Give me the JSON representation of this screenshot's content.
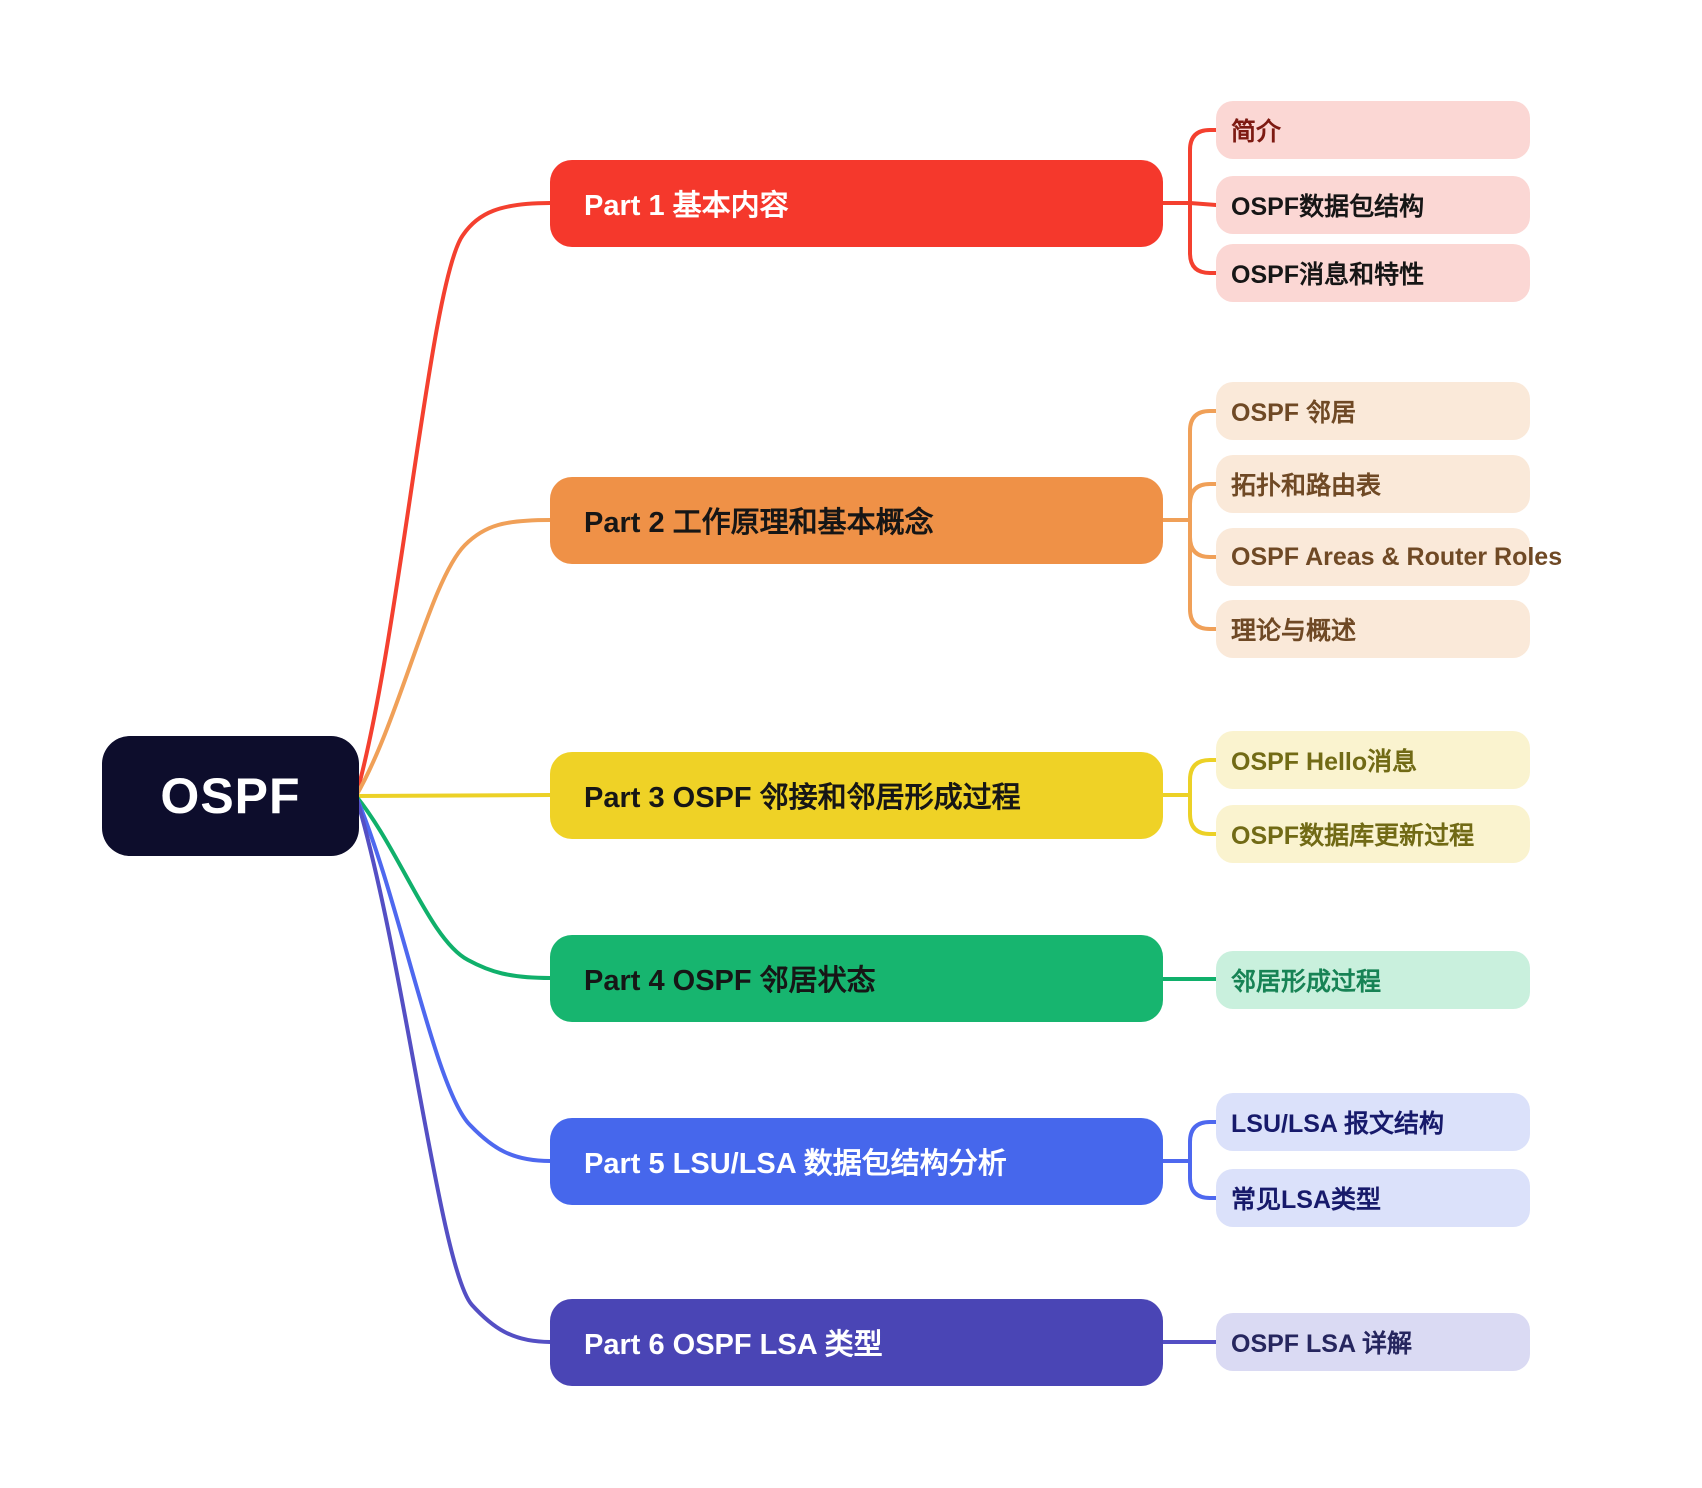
{
  "root": {
    "label": "OSPF",
    "bg": "#0d0d2c",
    "text_color": "#ffffff"
  },
  "branches": [
    {
      "label": "Part 1 基本内容",
      "box_color": "#f5382c",
      "line_color": "#f4402f",
      "text_color": "#ffffff",
      "child_bg": "#fbd7d4",
      "child_text_color": "#161616",
      "children": [
        {
          "label": "简介",
          "text_color": "#7d1a12"
        },
        {
          "label": "OSPF数据包结构"
        },
        {
          "label": "OSPF消息和特性"
        }
      ]
    },
    {
      "label": "Part 2 工作原理和基本概念",
      "box_color": "#ef9147",
      "line_color": "#f0a058",
      "text_color": "#161616",
      "child_bg": "#fae9d9",
      "child_text_color": "#6f4925",
      "children": [
        {
          "label": "OSPF 邻居"
        },
        {
          "label": "拓扑和路由表"
        },
        {
          "label": "OSPF Areas & Router Roles"
        },
        {
          "label": "理论与概述"
        }
      ]
    },
    {
      "label": "Part 3 OSPF 邻接和邻居形成过程",
      "box_color": "#efd226",
      "line_color": "#ecd126",
      "text_color": "#161616",
      "child_bg": "#faf3cf",
      "child_text_color": "#716a15",
      "children": [
        {
          "label": "OSPF Hello消息"
        },
        {
          "label": "OSPF数据库更新过程"
        }
      ]
    },
    {
      "label": "Part 4 OSPF 邻居状态",
      "box_color": "#17b56f",
      "line_color": "#10b06b",
      "text_color": "#161616",
      "child_bg": "#c9f0dd",
      "child_text_color": "#178355",
      "children": [
        {
          "label": "邻居形成过程"
        }
      ]
    },
    {
      "label": "Part 5 LSU/LSA 数据包结构分析",
      "box_color": "#4667ec",
      "line_color": "#4e68ef",
      "text_color": "#ffffff",
      "child_bg": "#dbe1fa",
      "child_text_color": "#171a6b",
      "children": [
        {
          "label": "LSU/LSA 报文结构"
        },
        {
          "label": "常见LSA类型"
        }
      ]
    },
    {
      "label": "Part 6 OSPF LSA 类型",
      "box_color": "#4a45b5",
      "line_color": "#544fc4",
      "text_color": "#ffffff",
      "child_bg": "#dadaf3",
      "child_text_color": "#26265e",
      "children": [
        {
          "label": "OSPF LSA 详解"
        }
      ]
    }
  ]
}
